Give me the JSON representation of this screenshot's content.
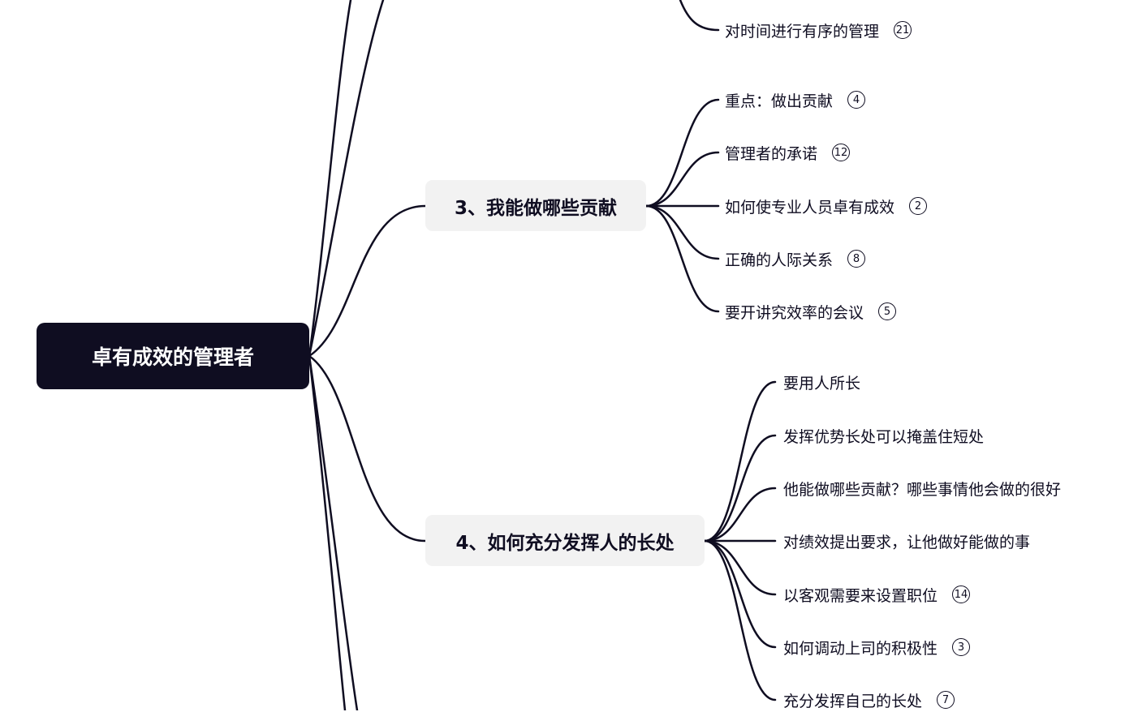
{
  "root": {
    "label": "卓有成效的管理者"
  },
  "top_leaf": {
    "label": "对时间进行有序的管理",
    "badge": "21"
  },
  "branches": [
    {
      "label": "3、我能做哪些贡献",
      "children": [
        {
          "label": "重点：做出贡献",
          "badge": "4"
        },
        {
          "label": "管理者的承诺",
          "badge": "12"
        },
        {
          "label": "如何使专业人员卓有成效",
          "badge": "2"
        },
        {
          "label": "正确的人际关系",
          "badge": "8"
        },
        {
          "label": "要开讲究效率的会议",
          "badge": "5"
        }
      ]
    },
    {
      "label": "4、如何充分发挥人的长处",
      "children": [
        {
          "label": "要用人所长"
        },
        {
          "label": "发挥优势长处可以掩盖住短处"
        },
        {
          "label": "他能做哪些贡献？哪些事情他会做的很好"
        },
        {
          "label": "对绩效提出要求，让他做好能做的事"
        },
        {
          "label": "以客观需要来设置职位",
          "badge": "14"
        },
        {
          "label": "如何调动上司的积极性",
          "badge": "3"
        },
        {
          "label": "充分发挥自己的长处",
          "badge": "7"
        }
      ]
    }
  ],
  "colors": {
    "line": "#0f0d21",
    "root_bg": "#0f0d21",
    "branch_bg": "#f2f2f2"
  }
}
